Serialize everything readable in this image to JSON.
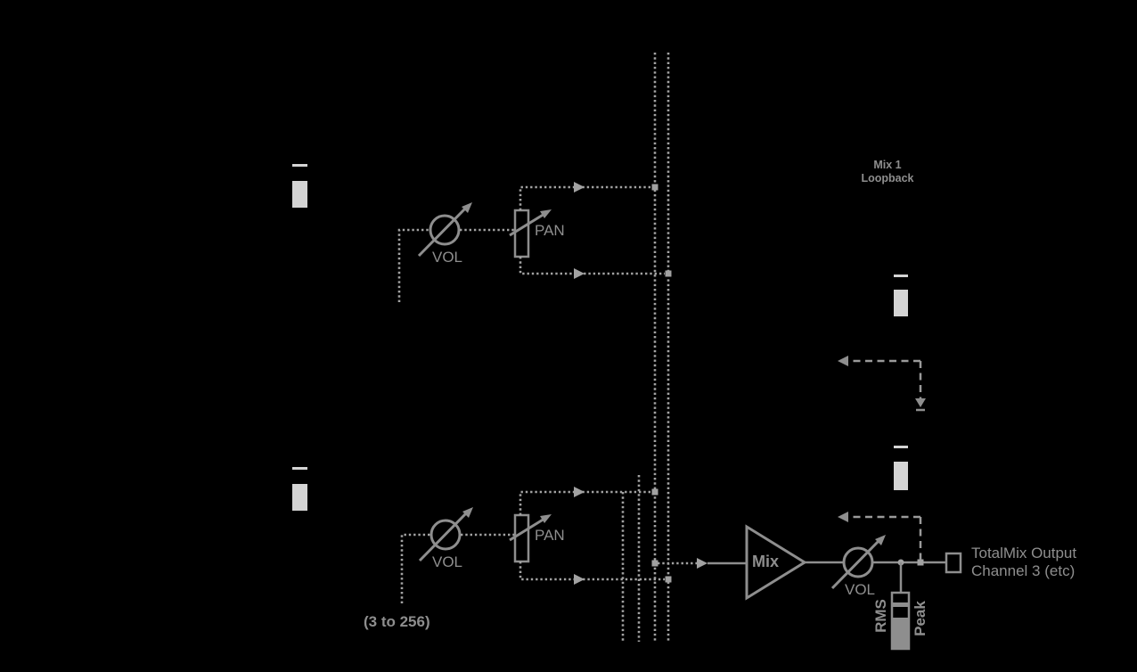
{
  "colors": {
    "background": "#000000",
    "stroke": "#8e8e8e",
    "dots": "#a2a2a2",
    "dashed": "#9a9a9a",
    "text": "#8e8e8e",
    "meter-light": "#d4d4d4",
    "meter-gray": "#8e8e8e"
  },
  "labels": {
    "mix_bus_line1": "Mix 1",
    "mix_bus_line2": "Loopback",
    "ch1_vol": "VOL",
    "ch1_pan": "PAN",
    "ch2_vol": "VOL",
    "ch2_pan": "PAN",
    "more_channels": "(3 to 256)",
    "mix_amp": "Mix",
    "out_vol": "VOL",
    "out_line1": "TotalMix Output",
    "out_line2": "Channel 3 (etc)",
    "meter_rms": "RMS",
    "meter_peak": "Peak"
  }
}
